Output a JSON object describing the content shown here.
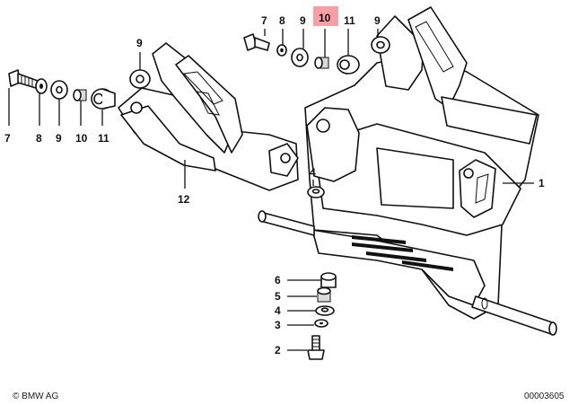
{
  "diagram": {
    "callouts": [
      {
        "id": "c1",
        "text": "1"
      },
      {
        "id": "c2",
        "text": "2"
      },
      {
        "id": "c3",
        "text": "3"
      },
      {
        "id": "c4a",
        "text": "4"
      },
      {
        "id": "c4b",
        "text": "4"
      },
      {
        "id": "c5",
        "text": "5"
      },
      {
        "id": "c6",
        "text": "6"
      },
      {
        "id": "c7a",
        "text": "7"
      },
      {
        "id": "c7b",
        "text": "7"
      },
      {
        "id": "c8a",
        "text": "8"
      },
      {
        "id": "c8b",
        "text": "8"
      },
      {
        "id": "c9a",
        "text": "9"
      },
      {
        "id": "c9b",
        "text": "9"
      },
      {
        "id": "c9c",
        "text": "9"
      },
      {
        "id": "c9d",
        "text": "9"
      },
      {
        "id": "c10a",
        "text": "10"
      },
      {
        "id": "c10b",
        "text": "10"
      },
      {
        "id": "c11a",
        "text": "11"
      },
      {
        "id": "c11b",
        "text": "11"
      },
      {
        "id": "c12",
        "text": "12"
      }
    ],
    "highlight_color": "#f4a0a6",
    "highlighted_part": "10",
    "copyright": "© BMW AG",
    "drawing_number": "00003605"
  }
}
